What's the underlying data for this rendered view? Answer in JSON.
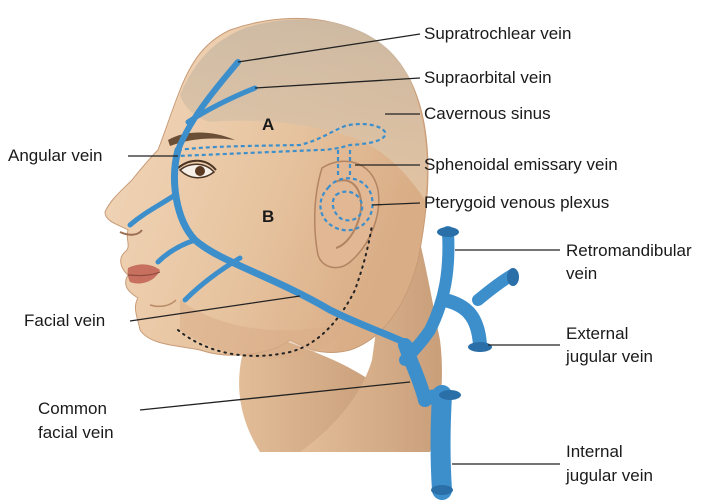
{
  "labels": {
    "supratrochlear": "Supratrochlear vein",
    "supraorbital": "Supraorbital vein",
    "cavernous": "Cavernous sinus",
    "angular": "Angular vein",
    "sphenoidal": "Sphenoidal emissary vein",
    "pterygoid": "Pterygoid venous plexus",
    "retromandibular": [
      "Retromandibular",
      "vein"
    ],
    "facial": "Facial vein",
    "external_jugular": [
      "External",
      "jugular vein"
    ],
    "common_facial": [
      "Common",
      "facial vein"
    ],
    "internal_jugular": [
      "Internal",
      "jugular vein"
    ]
  },
  "regions": {
    "a": "A",
    "b": "B"
  },
  "colors": {
    "vein": "#3d8fcc",
    "vein_dark": "#2a6fa8",
    "skin": "#e9c9a8",
    "skin_shadow": "#d6ab86",
    "scalp": "#cdbda8",
    "lip": "#c7705f"
  }
}
